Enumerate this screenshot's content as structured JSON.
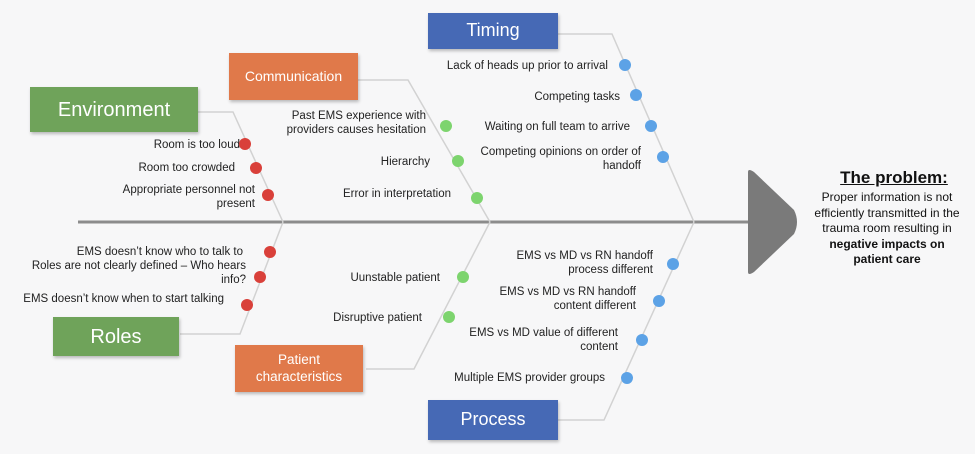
{
  "categories": {
    "environment": "Environment",
    "roles": "Roles",
    "communication": "Communication",
    "patient": "Patient characteristics",
    "timing": "Timing",
    "process": "Process"
  },
  "causes": {
    "environment": [
      "Room is too loud",
      "Room too crowded",
      "Appropriate personnel not present"
    ],
    "roles": [
      "EMS doesn’t know who to talk to",
      "Roles are not clearly defined – Who hears info?",
      "EMS doesn’t know when to start talking"
    ],
    "communication": [
      "Past EMS experience with providers causes hesitation",
      "Hierarchy",
      "Error in interpretation"
    ],
    "patient": [
      "Uunstable patient",
      "Disruptive patient"
    ],
    "timing": [
      "Lack of heads up prior to arrival",
      "Competing tasks",
      "Waiting on full team to arrive",
      "Competing opinions on order of handoff"
    ],
    "process": [
      "EMS vs MD vs RN handoff process different",
      "EMS vs MD vs RN handoff content different",
      "EMS vs MD value of different content",
      "Multiple EMS provider groups"
    ]
  },
  "problem": {
    "title": "The problem:",
    "text_plain": "Proper information is not efficiently transmitted in the trauma room resulting in",
    "text_bold": "negative impacts on patient care"
  },
  "colors": {
    "environment": "#6fa35a",
    "roles": "#6fa35a",
    "communication": "#e0794a",
    "patient": "#e0794a",
    "timing": "#4669b5",
    "process": "#4669b5",
    "spine": "#8c8c8c",
    "head": "#7a7a7a",
    "dot_red": "#d9403a",
    "dot_green": "#7dd46e",
    "dot_blue": "#5ca2e6"
  }
}
